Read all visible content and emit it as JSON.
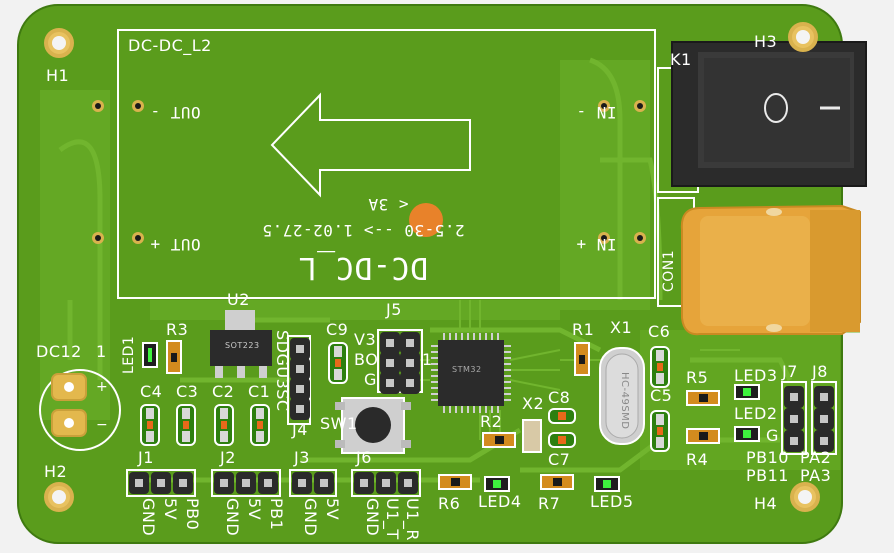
{
  "colors": {
    "board": "#5a9c1c",
    "board_light": "#6cae27",
    "silk": "#ffffff",
    "copper": "#d9b24e",
    "switch_body": "#2b2b2b",
    "connector": "#e6a43a"
  },
  "mounting_holes": {
    "h1": "H1",
    "h2": "H2",
    "h3": "H3",
    "h4": "H4"
  },
  "dcdc_module": {
    "title": "DC-DC_L2",
    "out_minus": "OUT -",
    "out_plus": "OUT +",
    "in_minus": "IN -",
    "in_plus": "IN +",
    "big_label": "DC-DC_L",
    "spec": "2.5-30 --> 1.02-27.5",
    "current": "< 3A"
  },
  "switch": {
    "ref": "K1",
    "off_symbol": "O",
    "on_symbol": "—"
  },
  "con1": {
    "ref": "CON1"
  },
  "dc_jack": {
    "ref": "DC12",
    "pin": "1",
    "plus": "+",
    "minus": "−"
  },
  "u2": {
    "ref": "U2",
    "marking": "SOT223"
  },
  "mcu": {
    "marking": "STM32"
  },
  "crystal": {
    "ref": "X1",
    "marking": "HC-49SMD"
  },
  "x2": {
    "ref": "X2"
  },
  "sw1": {
    "ref": "SW1"
  },
  "headers": {
    "j1": {
      "ref": "J1",
      "pins": [
        "GND",
        "5V",
        "PB0"
      ]
    },
    "j2": {
      "ref": "J2",
      "pins": [
        "GND",
        "5V",
        "PB1"
      ]
    },
    "j3": {
      "ref": "J3",
      "pins": [
        "GND",
        "5V"
      ]
    },
    "j4": {
      "ref": "J4",
      "pins": [
        "SDGU3SC"
      ]
    },
    "j5": {
      "ref": "J5",
      "rows": [
        "V3",
        "BO",
        "G"
      ],
      "pin1": "1"
    },
    "j6": {
      "ref": "J6",
      "pins": [
        "GND",
        "U1_T",
        "U1_R"
      ]
    },
    "j7": {
      "ref": "J7",
      "pins": [
        "PB10",
        "PB11"
      ]
    },
    "j8": {
      "ref": "J8",
      "pins": [
        "PA2",
        "PA3"
      ]
    }
  },
  "parts": {
    "led1": "LED1",
    "led2": "LED2",
    "led3": "LED3",
    "led4": "LED4",
    "led5": "LED5",
    "led_g": "G",
    "r1": "R1",
    "r2": "R2",
    "r3": "R3",
    "r4": "R4",
    "r5": "R5",
    "r6": "R6",
    "r7": "R7",
    "c1": "C1",
    "c2": "C2",
    "c3": "C3",
    "c4": "C4",
    "c5": "C5",
    "c6": "C6",
    "c7": "C7",
    "c8": "C8",
    "c9": "C9"
  }
}
